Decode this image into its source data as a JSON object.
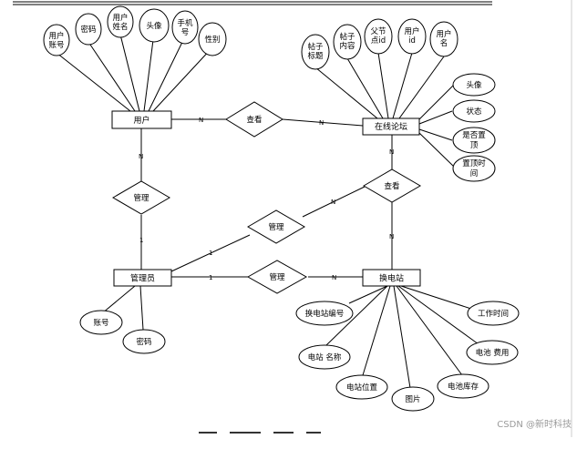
{
  "diagram": {
    "entities": {
      "user": "用户",
      "forum": "在线论坛",
      "admin": "管理员",
      "station": "换电站"
    },
    "relationships": {
      "user_forum": "查看",
      "user_admin": "管理",
      "admin_forum": "管理",
      "admin_station": "管理",
      "forum_station": "查看"
    },
    "attributes": {
      "user": [
        [
          "用户",
          "账号"
        ],
        [
          "密码"
        ],
        [
          "用户",
          "姓名"
        ],
        [
          "头像"
        ],
        [
          "手机",
          "号"
        ],
        [
          "性别"
        ]
      ],
      "forum_top": [
        [
          "帖子",
          "标题"
        ],
        [
          "帖子",
          "内容"
        ],
        [
          "父节",
          "点id"
        ],
        [
          "用户",
          "id"
        ],
        [
          "用户",
          "名"
        ]
      ],
      "forum_right": [
        [
          "头像"
        ],
        [
          "状态"
        ],
        [
          "是否置",
          "顶"
        ],
        [
          "置顶时",
          "间"
        ]
      ],
      "admin": [
        [
          "账号"
        ],
        [
          "密码"
        ]
      ],
      "station": [
        [
          "换电站编号"
        ],
        [
          "电站 名称"
        ],
        [
          "电站位置"
        ],
        [
          "图片"
        ],
        [
          "电池库存"
        ],
        [
          "电池 费用"
        ],
        [
          "工作时间"
        ]
      ]
    },
    "cardinalities": {
      "user_forum_user": "N",
      "user_forum_forum": "N",
      "user_admin_user": "N",
      "user_admin_admin": "1",
      "admin_forum_admin": "1",
      "admin_forum_forum": "N",
      "admin_station_admin": "1",
      "admin_station_station": "N",
      "forum_station_forum": "N",
      "forum_station_station": "N"
    }
  },
  "watermark": "CSDN @新时科技"
}
